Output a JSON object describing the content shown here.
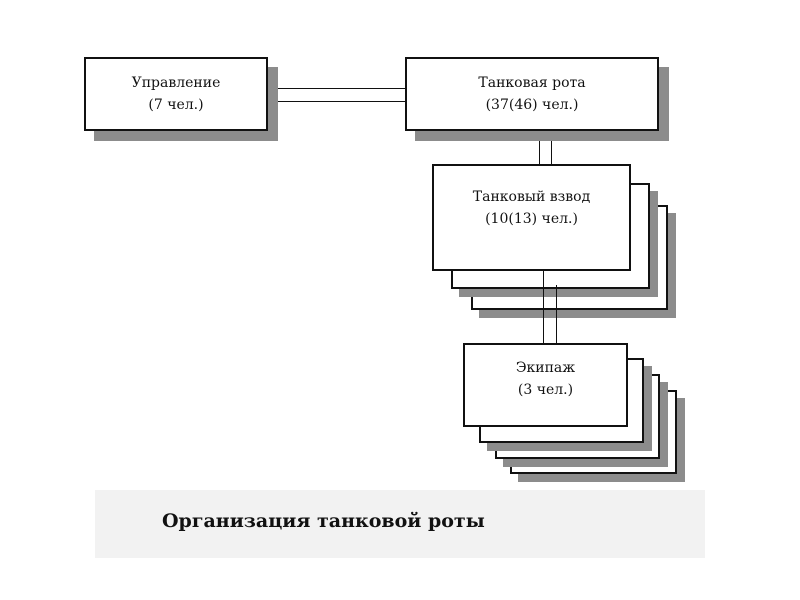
{
  "diagram": {
    "title": "Организация танковой роты",
    "nodes": {
      "management": {
        "name": "Управление",
        "count": "(7 чел.)"
      },
      "company": {
        "name": "Танковая рота",
        "count": "(37(46) чел.)"
      },
      "platoon": {
        "name": "Танковый взвод",
        "count": "(10(13) чел.)"
      },
      "crew": {
        "name": "Экипаж",
        "count": "(3 чел.)"
      }
    },
    "edges": [
      {
        "from": "management",
        "to": "company"
      },
      {
        "from": "company",
        "to": "platoon"
      },
      {
        "from": "platoon",
        "to": "crew"
      }
    ]
  },
  "colors": {
    "border": "#111111",
    "shadow": "#8c8c8c",
    "caption_background": "#f2f2f2"
  }
}
